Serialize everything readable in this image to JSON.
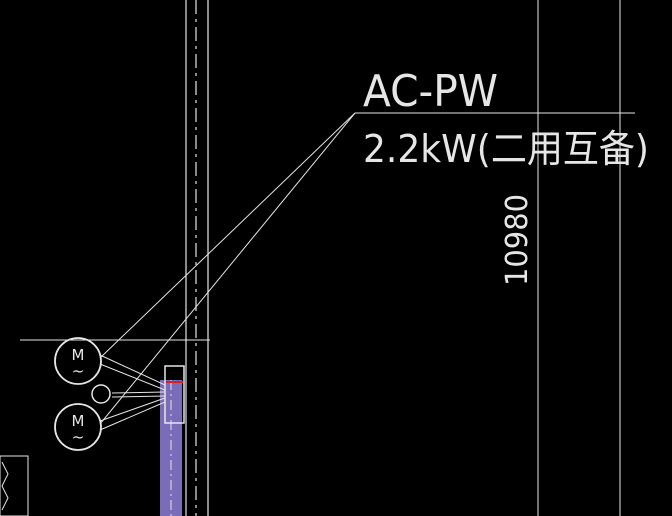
{
  "drawing": {
    "background": "#000000",
    "line_color": "#e6e6e6",
    "highlight_color": "#8f7fd8",
    "marker_color": "#d62020"
  },
  "label": {
    "line1": "AC-PW",
    "line2": "2.2kW(二用互备)"
  },
  "dimension": {
    "value": "10980"
  },
  "motors": [
    {
      "symbol": "M",
      "wave": "~"
    },
    {
      "symbol": "M",
      "wave": "~"
    }
  ]
}
